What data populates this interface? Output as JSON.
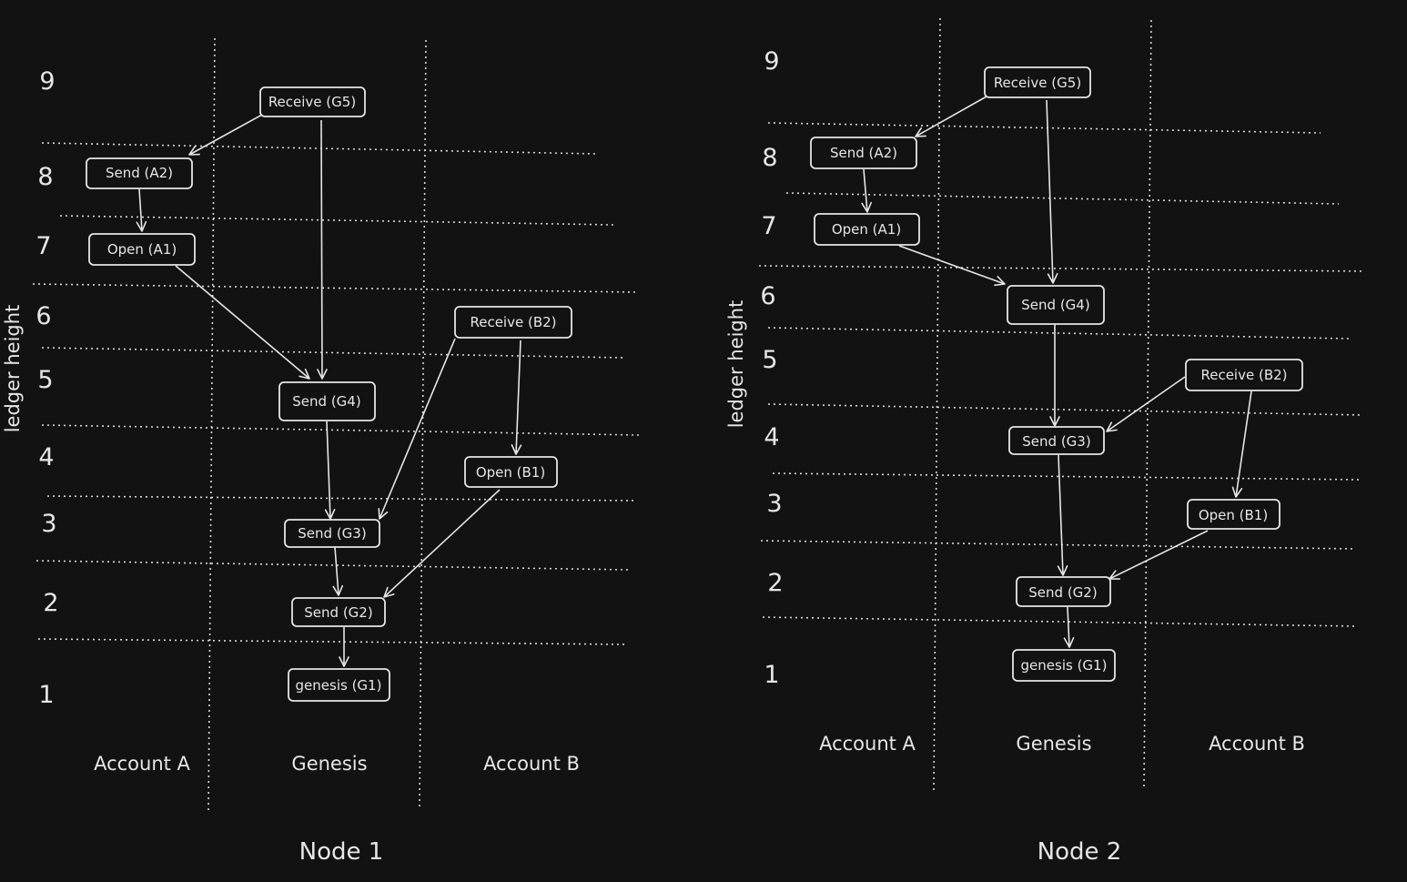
{
  "diagram": {
    "axis_label": "ledger height",
    "height_numbers": [
      "1",
      "2",
      "3",
      "4",
      "5",
      "6",
      "7",
      "8",
      "9"
    ],
    "columns": [
      "Account A",
      "Genesis",
      "Account B"
    ]
  },
  "node1": {
    "title": "Node 1",
    "blocks": {
      "receive_g5": "Receive (G5)",
      "send_a2": "Send (A2)",
      "open_a1": "Open (A1)",
      "receive_b2": "Receive (B2)",
      "send_g4": "Send (G4)",
      "open_b1": "Open (B1)",
      "send_g3": "Send (G3)",
      "send_g2": "Send (G2)",
      "genesis_g1": "genesis (G1)"
    }
  },
  "node2": {
    "title": "Node 2",
    "blocks": {
      "receive_g5": "Receive (G5)",
      "send_a2": "Send (A2)",
      "open_a1": "Open (A1)",
      "send_g4": "Send (G4)",
      "receive_b2": "Receive (B2)",
      "send_g3": "Send (G3)",
      "open_b1": "Open (B1)",
      "send_g2": "Send (G2)",
      "genesis_g1": "genesis (G1)"
    }
  },
  "colors": {
    "background": "#121212",
    "ink": "#e6e6e6"
  }
}
